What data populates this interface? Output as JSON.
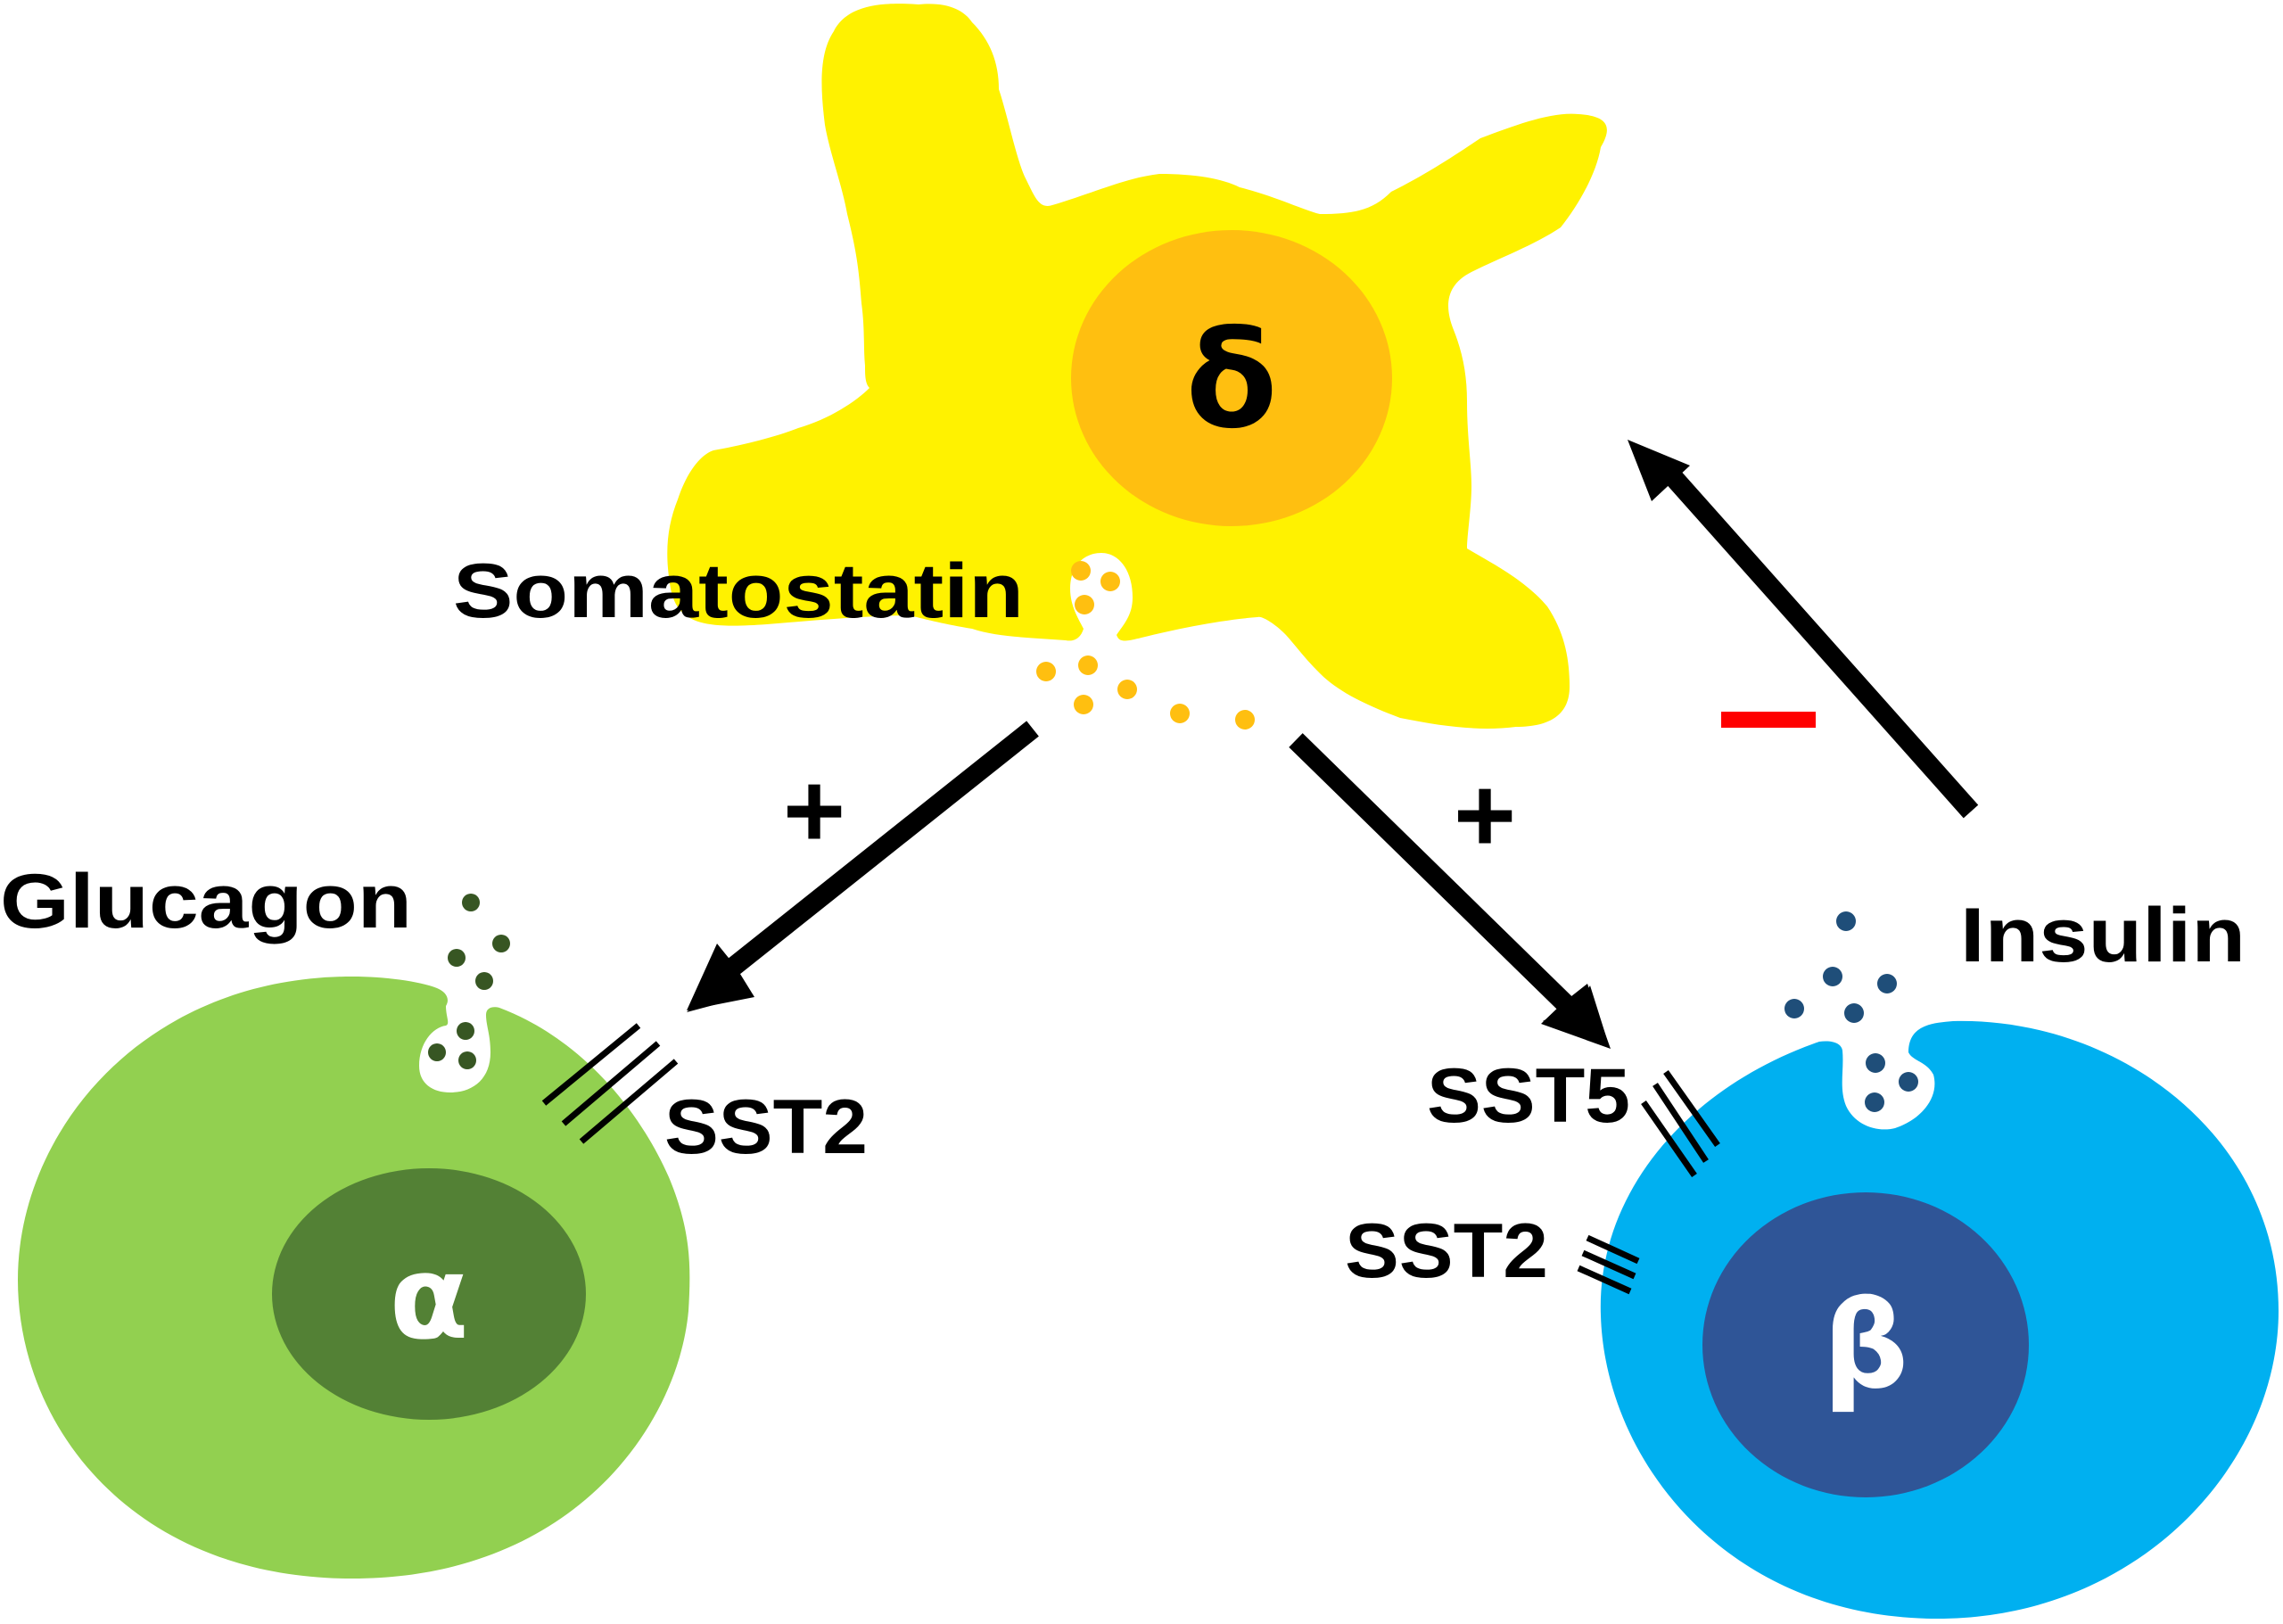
{
  "diagram": {
    "type": "pancreatic islet paracrine signaling",
    "colors": {
      "delta_cell": "#FFF200",
      "delta_nucleus": "#FFBF10",
      "somatostatin_granule": "#FFBF10",
      "alpha_cell": "#92D050",
      "alpha_nucleus": "#538135",
      "glucagon_granule": "#375623",
      "beta_cell": "#00B0F0",
      "beta_nucleus": "#2F5597",
      "insulin_granule": "#1F4E79",
      "inhibition_sign": "#FF0000",
      "arrow": "#000000"
    },
    "cells": {
      "delta": {
        "symbol": "δ",
        "hormone": "Somatostatin"
      },
      "alpha": {
        "symbol": "α",
        "hormone": "Glucagon",
        "receptors": [
          "SST2"
        ]
      },
      "beta": {
        "symbol": "β",
        "hormone": "Insulin",
        "receptors": [
          "SST5",
          "SST2"
        ]
      }
    },
    "labels": {
      "somatostatin": "Somatostatin",
      "glucagon": "Glucagon",
      "insulin": "Insulin",
      "alpha_receptor": "SST2",
      "beta_receptor_1": "SST5",
      "beta_receptor_2": "SST2",
      "delta_symbol": "δ",
      "alpha_symbol": "α",
      "beta_symbol": "β"
    },
    "edges": [
      {
        "from": "delta",
        "to": "alpha",
        "sign": "+",
        "via": "SST2"
      },
      {
        "from": "delta",
        "to": "beta",
        "sign": "+",
        "via": "SST5/SST2"
      },
      {
        "from": "beta",
        "to": "delta",
        "sign": "−"
      }
    ],
    "signs": {
      "delta_to_alpha": "+",
      "delta_to_beta": "+"
    }
  }
}
